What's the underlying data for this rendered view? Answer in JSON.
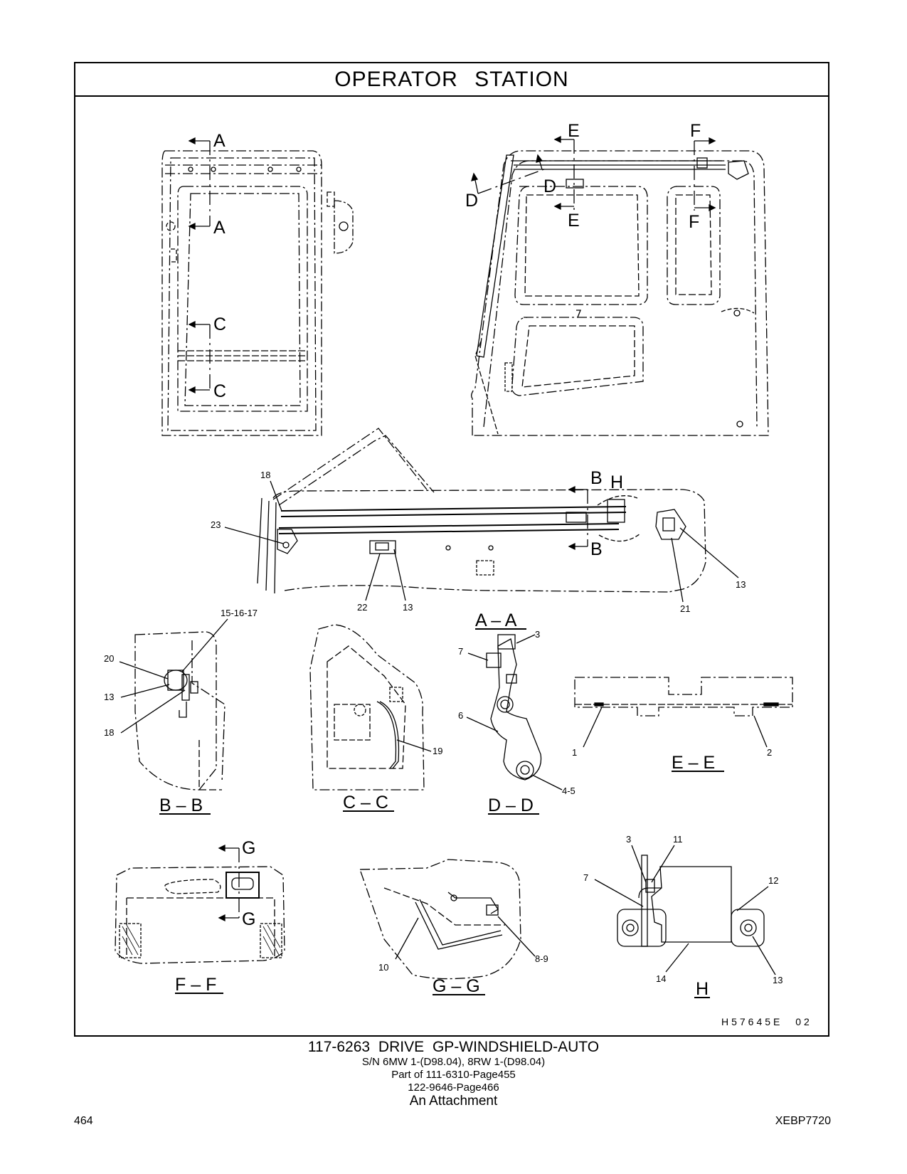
{
  "header": {
    "title": "OPERATOR   STATION"
  },
  "figure_code": "H57645E   02",
  "section_markers": {
    "A": "A",
    "C": "C",
    "D": "D",
    "E": "E",
    "F": "F",
    "B": "B",
    "H": "H",
    "G": "G"
  },
  "views": {
    "aa": "A – A",
    "bb": "B – B",
    "cc": "C – C",
    "dd": "D – D",
    "ee": "E – E",
    "ff": "F – F",
    "gg": "G – G",
    "h": "H"
  },
  "callouts": {
    "aa": [
      "18",
      "23",
      "22",
      "13",
      "21",
      "13"
    ],
    "bb": [
      "15-16-17",
      "20",
      "13",
      "18"
    ],
    "cc": [
      "19"
    ],
    "dd": [
      "3",
      "7",
      "6",
      "4-5"
    ],
    "ee": [
      "1",
      "2"
    ],
    "gg": [
      "10",
      "8-9"
    ],
    "h": [
      "3",
      "11",
      "7",
      "12",
      "14",
      "13"
    ]
  },
  "caption": {
    "main": "117-6263   DRIVE  GP-WINDSHIELD-AUTO",
    "line1": "S/N 6MW 1-(D98.04), 8RW 1-(D98.04)",
    "line2": "Part of 111-6310-Page455",
    "line3": "122-9646-Page466",
    "line4": "An Attachment"
  },
  "footer": {
    "page_number": "464",
    "doc_code": "XEBP7720"
  }
}
